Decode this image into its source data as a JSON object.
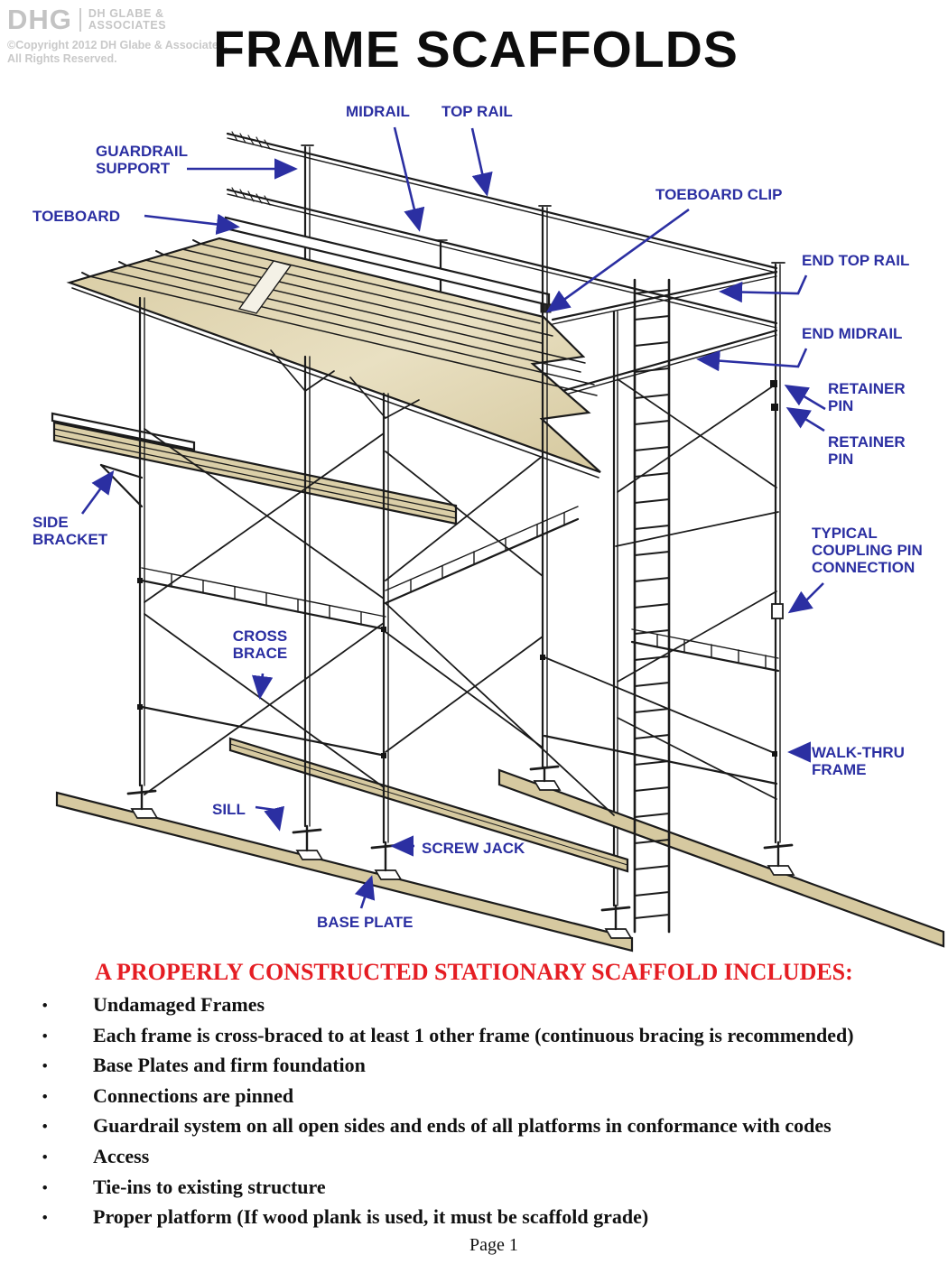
{
  "header": {
    "logo_acronym": "DHG",
    "logo_name_line1": "DH GLABE &",
    "logo_name_line2": "ASSOCIATES",
    "copyright_line1": "©Copyright 2012 DH Glabe & Associates.",
    "copyright_line2": "All Rights Reserved.",
    "title": "FRAME SCAFFOLDS"
  },
  "diagram": {
    "description": "Isometric line drawing of a two-bay frame scaffold with planked platform, guardrails, access ladder, sills, base plates and screw jacks",
    "labels": [
      {
        "id": "midrail",
        "text": "MIDRAIL"
      },
      {
        "id": "top-rail",
        "text": "TOP RAIL"
      },
      {
        "id": "guardrail-support",
        "text": "GUARDRAIL SUPPORT"
      },
      {
        "id": "toeboard",
        "text": "TOEBOARD"
      },
      {
        "id": "toeboard-clip",
        "text": "TOEBOARD CLIP"
      },
      {
        "id": "end-top-rail",
        "text": "END TOP RAIL"
      },
      {
        "id": "end-midrail",
        "text": "END MIDRAIL"
      },
      {
        "id": "retainer-pin-1",
        "text": "RETAINER PIN"
      },
      {
        "id": "retainer-pin-2",
        "text": "RETAINER PIN"
      },
      {
        "id": "side-bracket",
        "text": "SIDE BRACKET"
      },
      {
        "id": "typical-coupling",
        "text": "TYPICAL COUPLING PIN CONNECTION"
      },
      {
        "id": "cross-brace",
        "text": "CROSS BRACE"
      },
      {
        "id": "walk-thru",
        "text": "WALK-THRU FRAME"
      },
      {
        "id": "sill",
        "text": "SILL"
      },
      {
        "id": "screw-jack",
        "text": "SCREW JACK"
      },
      {
        "id": "base-plate",
        "text": "BASE PLATE"
      }
    ]
  },
  "checklist": {
    "heading": "A PROPERLY CONSTRUCTED STATIONARY SCAFFOLD INCLUDES:",
    "bullet_char": "•",
    "items": [
      "Undamaged Frames",
      "Each frame is cross-braced to at least 1 other frame (continuous bracing is recommended)",
      "Base Plates and firm foundation",
      "Connections are pinned",
      "Guardrail system on all open sides and ends of all platforms in conformance with codes",
      "Access",
      "Tie-ins to existing structure",
      "Proper platform (If wood plank is used, it must be scaffold grade)"
    ]
  },
  "footer": {
    "page_number": "Page 1"
  },
  "colors": {
    "label_blue": "#2b2fa2",
    "heading_red": "#e51d23",
    "plank_tan": "#dbcfa8",
    "sill_tan": "#d6c9a0",
    "line_black": "#1b1b1b",
    "logo_gray": "#c3c3c3"
  }
}
